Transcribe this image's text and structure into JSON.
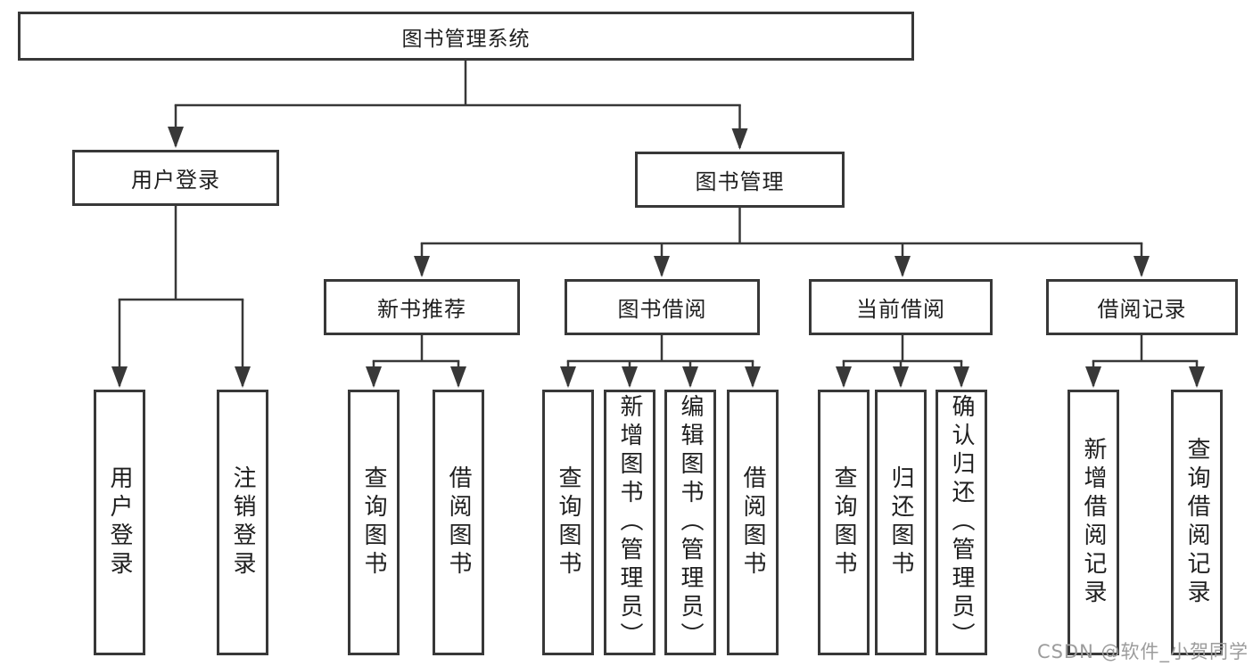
{
  "diagram": {
    "root": {
      "label": "图书管理系统"
    },
    "branches": [
      {
        "label": "用户登录",
        "children": [
          {
            "label": "用户登录"
          },
          {
            "label": "注销登录"
          }
        ]
      },
      {
        "label": "图书管理",
        "groups": [
          {
            "label": "新书推荐",
            "children": [
              {
                "label": "查询图书"
              },
              {
                "label": "借阅图书"
              }
            ]
          },
          {
            "label": "图书借阅",
            "children": [
              {
                "label": "查询图书"
              },
              {
                "label": "新增图书（管理员）"
              },
              {
                "label": "编辑图书（管理员）"
              },
              {
                "label": "借阅图书"
              }
            ]
          },
          {
            "label": "当前借阅",
            "children": [
              {
                "label": "查询图书"
              },
              {
                "label": "归还图书"
              },
              {
                "label": "确认归还（管理员）"
              }
            ]
          },
          {
            "label": "借阅记录",
            "children": [
              {
                "label": "新增借阅记录"
              },
              {
                "label": "查询借阅记录"
              }
            ]
          }
        ]
      }
    ]
  },
  "watermark": {
    "text": "CSDN @软件_小贺同学"
  },
  "colors": {
    "line": "#383838",
    "box_border": "#383838",
    "text": "#1f1f1f",
    "watermark": "#9c9c9c",
    "background": "#ffffff"
  }
}
